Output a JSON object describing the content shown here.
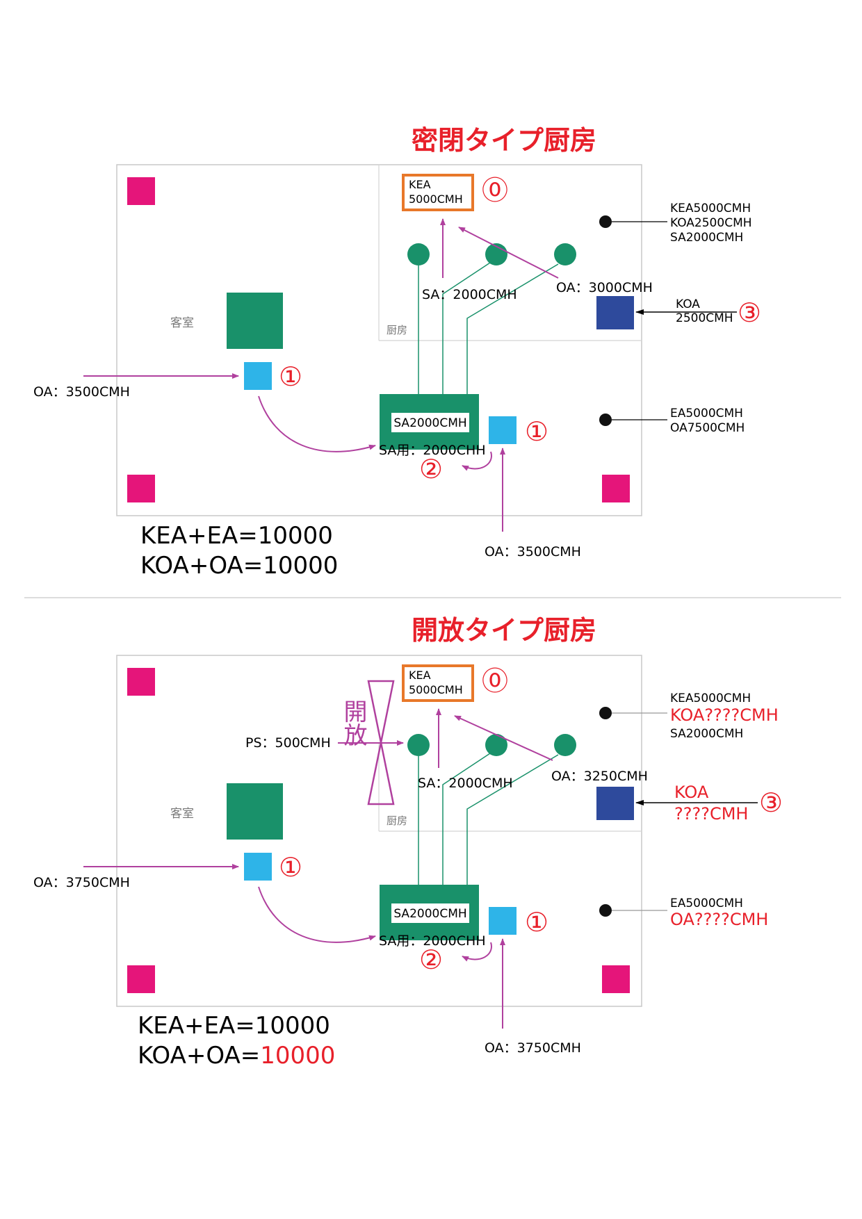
{
  "colors": {
    "red": "#e8202a",
    "magenta": "#b0409e",
    "pink": "#e5157a",
    "green": "#19916a",
    "light_blue": "#2eb4e8",
    "navy": "#2e4a9c",
    "orange": "#e8782a",
    "frame": "#c8c8c8"
  },
  "sections": [
    {
      "title": "密閉タイプ厨房",
      "kea_box": {
        "line1": "KEA",
        "line2": "5000CMH"
      },
      "marker_0": "⓪",
      "right_top_info": [
        "KEA5000CMH",
        "KOA2500CMH",
        "SA2000CMH"
      ],
      "right_top_red": [
        false,
        false,
        false
      ],
      "koa_label": [
        "KOA",
        "2500CMH"
      ],
      "koa_red": false,
      "marker_3": "③",
      "sa_label": "SA：2000CMH",
      "oa_kitchen_label": "OA：3000CMH",
      "kitchen_label": "厨房",
      "room_label": "客室",
      "oa_left_label": "OA：3500CMH",
      "marker_1": "①",
      "unit_label": "SA2000CMH",
      "unit_sub_label": "SA用：2000CHH",
      "marker_2": "②",
      "right_bottom_info": [
        "EA5000CMH",
        "OA7500CMH"
      ],
      "right_bottom_red": [
        false,
        false
      ],
      "oa_bottom_label": "OA：3500CMH",
      "formula_1": "KEA+EA=10000",
      "formula_2_prefix": "KOA+OA=",
      "formula_2_value": "10000",
      "formula_2_red": false
    },
    {
      "title": "開放タイプ厨房",
      "kea_box": {
        "line1": "KEA",
        "line2": "5000CMH"
      },
      "marker_0": "⓪",
      "right_top_info": [
        "KEA5000CMH",
        "KOA????CMH",
        "SA2000CMH"
      ],
      "right_top_red": [
        false,
        true,
        false
      ],
      "koa_label": [
        "KOA",
        "????CMH"
      ],
      "koa_red": true,
      "marker_3": "③",
      "sa_label": "SA：2000CMH",
      "oa_kitchen_label": "OA：3250CMH",
      "kitchen_label": "厨房",
      "room_label": "客室",
      "oa_left_label": "OA：3750CMH",
      "marker_1": "①",
      "unit_label": "SA2000CMH",
      "unit_sub_label": "SA用：2000CHH",
      "marker_2": "②",
      "right_bottom_info": [
        "EA5000CMH",
        "OA????CMH"
      ],
      "right_bottom_red": [
        false,
        true
      ],
      "oa_bottom_label": "OA：3750CMH",
      "formula_1": "KEA+EA=10000",
      "formula_2_prefix": "KOA+OA=",
      "formula_2_value": "10000",
      "formula_2_red": true,
      "ps_label": "PS：500CMH",
      "open_label": "開放"
    }
  ]
}
